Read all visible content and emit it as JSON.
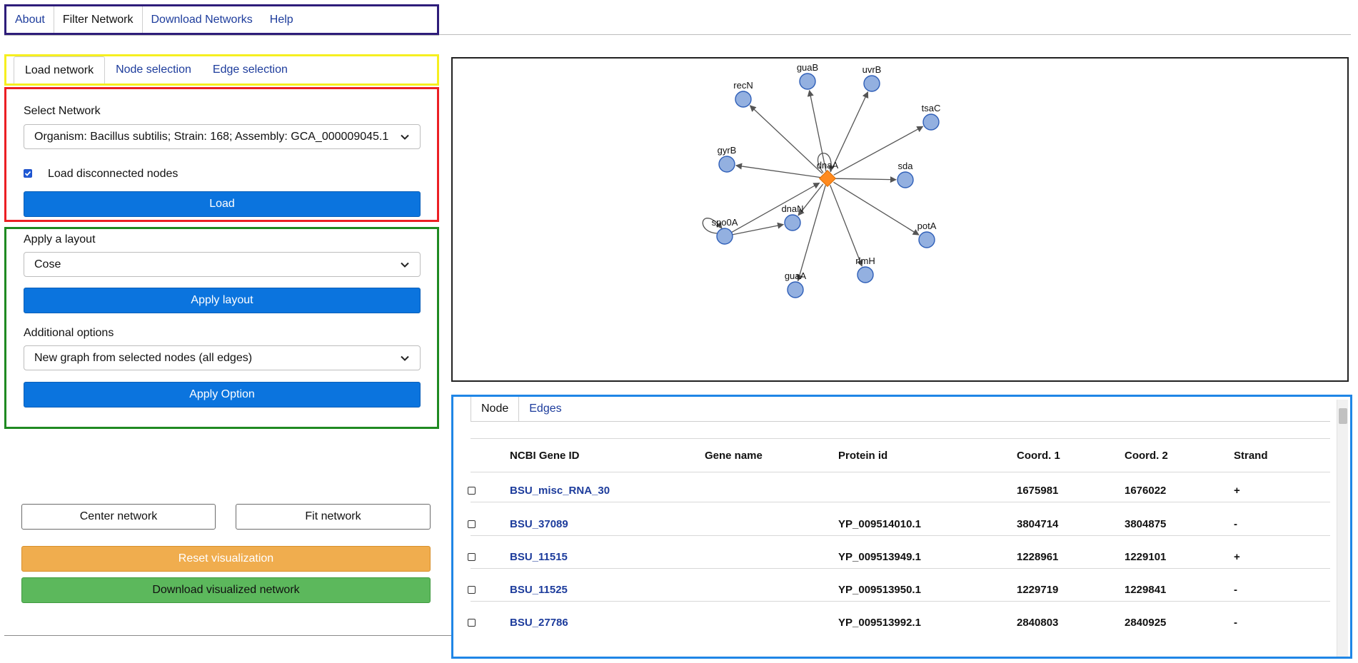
{
  "topnav": {
    "tabs": [
      {
        "label": "About"
      },
      {
        "label": "Filter Network"
      },
      {
        "label": "Download Networks"
      },
      {
        "label": "Help"
      }
    ]
  },
  "subtabs": [
    {
      "label": "Load network"
    },
    {
      "label": "Node selection"
    },
    {
      "label": "Edge selection"
    }
  ],
  "load_panel": {
    "select_label": "Select Network",
    "network_value": "Organism: Bacillus subtilis; Strain: 168; Assembly: GCA_000009045.1",
    "checkbox_label": "Load disconnected nodes",
    "checkbox_checked": true,
    "load_button": "Load"
  },
  "layout_panel": {
    "layout_label": "Apply a layout",
    "layout_value": "Cose",
    "apply_layout_button": "Apply layout",
    "options_label": "Additional options",
    "options_value": "New graph from selected nodes (all edges)",
    "apply_option_button": "Apply Option"
  },
  "controls": {
    "center_button": "Center network",
    "fit_button": "Fit network",
    "reset_button": "Reset visualization",
    "download_button": "Download visualized network"
  },
  "network": {
    "nodes": [
      {
        "id": "dnaA",
        "label": "dnaA"
      },
      {
        "id": "recN",
        "label": "recN"
      },
      {
        "id": "guaB",
        "label": "guaB"
      },
      {
        "id": "uvrB",
        "label": "uvrB"
      },
      {
        "id": "tsaC",
        "label": "tsaC"
      },
      {
        "id": "gyrB",
        "label": "gyrB"
      },
      {
        "id": "sda",
        "label": "sda"
      },
      {
        "id": "spo0A",
        "label": "spo0A"
      },
      {
        "id": "dnaN",
        "label": "dnaN"
      },
      {
        "id": "potA",
        "label": "potA"
      },
      {
        "id": "rlmH",
        "label": "rlmH"
      },
      {
        "id": "guaA",
        "label": "guaA"
      }
    ],
    "colors": {
      "node": "#93b0e0",
      "node_border": "#2f5fb8",
      "hub": "#ff8a1f",
      "edge": "#555555"
    }
  },
  "table": {
    "tabs": [
      {
        "label": "Node"
      },
      {
        "label": "Edges"
      }
    ],
    "headers": [
      "NCBI Gene ID",
      "Gene name",
      "Protein id",
      "Coord. 1",
      "Coord. 2",
      "Strand"
    ],
    "rows": [
      {
        "gene_id": "BSU_misc_RNA_30",
        "gene_name": "",
        "protein_id": "",
        "coord1": "1675981",
        "coord2": "1676022",
        "strand": "+"
      },
      {
        "gene_id": "BSU_37089",
        "gene_name": "",
        "protein_id": "YP_009514010.1",
        "coord1": "3804714",
        "coord2": "3804875",
        "strand": "-"
      },
      {
        "gene_id": "BSU_11515",
        "gene_name": "",
        "protein_id": "YP_009513949.1",
        "coord1": "1228961",
        "coord2": "1229101",
        "strand": "+"
      },
      {
        "gene_id": "BSU_11525",
        "gene_name": "",
        "protein_id": "YP_009513950.1",
        "coord1": "1229719",
        "coord2": "1229841",
        "strand": "-"
      },
      {
        "gene_id": "BSU_27786",
        "gene_name": "",
        "protein_id": "YP_009513992.1",
        "coord1": "2840803",
        "coord2": "2840925",
        "strand": "-"
      }
    ]
  }
}
